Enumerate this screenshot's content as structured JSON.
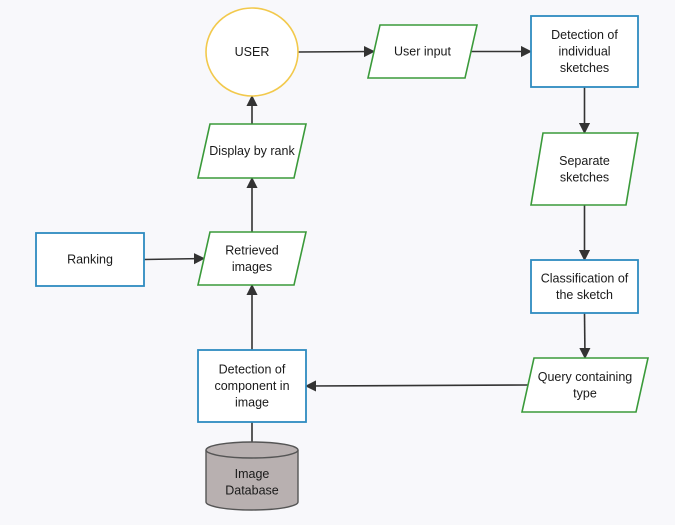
{
  "colors": {
    "process_stroke": "#2e8bc0",
    "io_stroke": "#3a9a3a",
    "terminal_stroke": "#f2c94c",
    "database_fill": "#b8b0b0",
    "database_stroke": "#555555",
    "arrow": "#333333",
    "background": "#f8f8fb"
  },
  "nodes": {
    "user": {
      "shape": "terminal",
      "lines": [
        "USER"
      ]
    },
    "user_input": {
      "shape": "io",
      "lines": [
        "User input"
      ]
    },
    "detection_individual": {
      "shape": "process",
      "lines": [
        "Detection of",
        "individual",
        "sketches"
      ]
    },
    "separate_sketches": {
      "shape": "io",
      "lines": [
        "Separate",
        "sketches"
      ]
    },
    "classification": {
      "shape": "process",
      "lines": [
        "Classification of",
        "the sketch"
      ]
    },
    "query_type": {
      "shape": "io",
      "lines": [
        "Query containing",
        "type"
      ]
    },
    "detection_component": {
      "shape": "process",
      "lines": [
        "Detection of",
        "component in",
        "image"
      ]
    },
    "image_database": {
      "shape": "database",
      "lines": [
        "Image",
        "Database"
      ]
    },
    "retrieved_images": {
      "shape": "io",
      "lines": [
        "Retrieved",
        "images"
      ]
    },
    "ranking": {
      "shape": "process",
      "lines": [
        "Ranking"
      ]
    },
    "display_by_rank": {
      "shape": "io",
      "lines": [
        "Display by rank"
      ]
    }
  },
  "edges": [
    {
      "from": "user",
      "to": "user_input"
    },
    {
      "from": "user_input",
      "to": "detection_individual"
    },
    {
      "from": "detection_individual",
      "to": "separate_sketches"
    },
    {
      "from": "separate_sketches",
      "to": "classification"
    },
    {
      "from": "classification",
      "to": "query_type"
    },
    {
      "from": "query_type",
      "to": "detection_component"
    },
    {
      "from": "image_database",
      "to": "detection_component"
    },
    {
      "from": "detection_component",
      "to": "retrieved_images"
    },
    {
      "from": "ranking",
      "to": "retrieved_images"
    },
    {
      "from": "retrieved_images",
      "to": "display_by_rank"
    },
    {
      "from": "display_by_rank",
      "to": "user"
    }
  ]
}
